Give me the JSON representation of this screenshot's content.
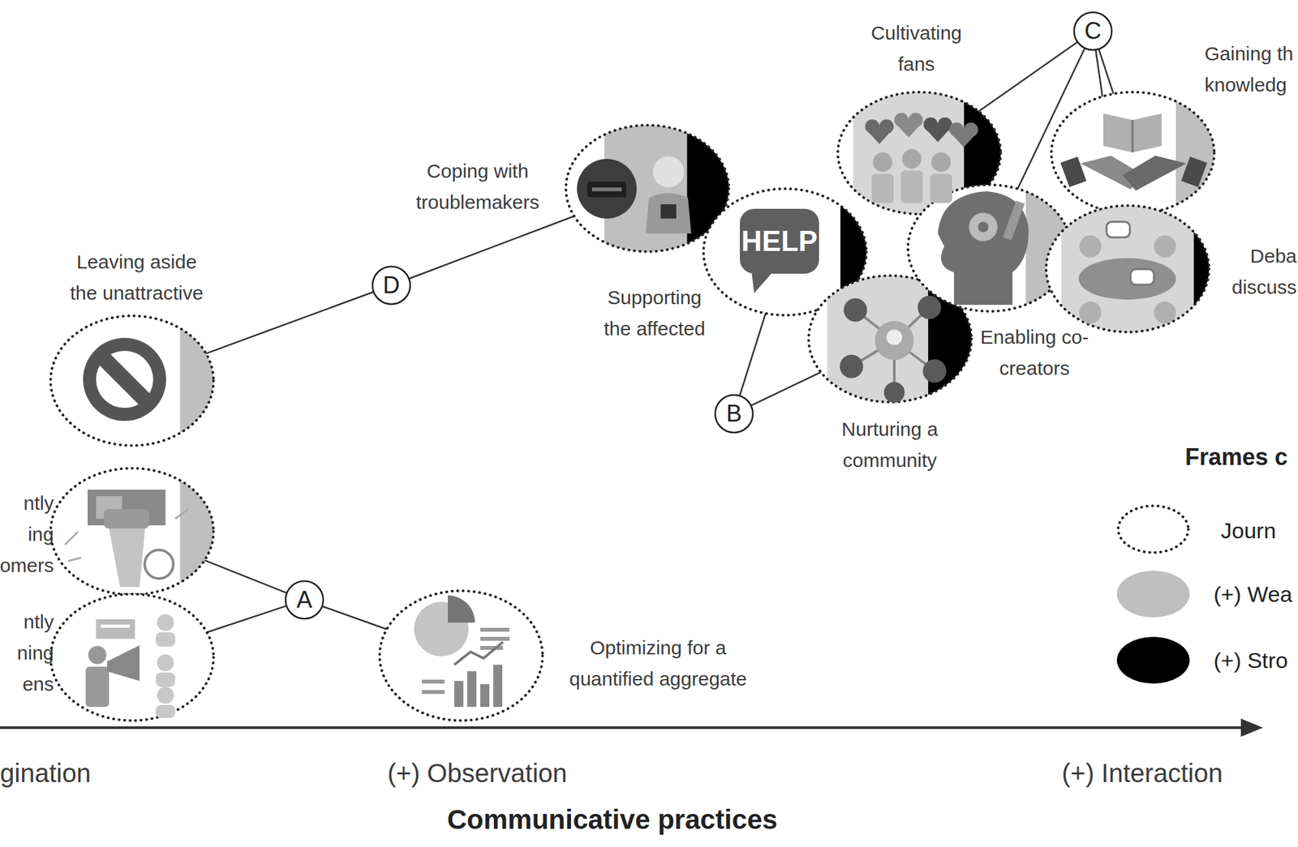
{
  "diagram": {
    "nodes": [
      {
        "text": [
          "Leaving aside the unattractive"
        ]
      },
      {
        "text": [
          "ntly ing omers"
        ]
      },
      {
        "text": [
          "ntly ning ens"
        ]
      },
      {
        "text": [
          "Optimizing for a quantified aggregate"
        ]
      },
      {
        "text": [
          "Coping with troublemakers"
        ]
      },
      {
        "text": [
          "Supporting the affected",
          "HELP"
        ]
      },
      {
        "text": [
          "Nurturing a community"
        ]
      },
      {
        "text": [
          "Cultivating fans"
        ]
      },
      {
        "text": [
          "Enabling co-creators"
        ]
      },
      {
        "text": [
          "Gaining th knowledg"
        ]
      },
      {
        "text": [
          "Deba discuss"
        ]
      },
      {
        "text": [
          "A"
        ]
      },
      {
        "text": [
          "B"
        ]
      },
      {
        "text": [
          "C"
        ]
      },
      {
        "text": [
          "D"
        ]
      }
    ],
    "edges": [
      {
        "from": 11,
        "to": 1,
        "arrow": "none"
      },
      {
        "from": 11,
        "to": 2,
        "arrow": "none"
      },
      {
        "from": 11,
        "to": 3,
        "arrow": "none"
      },
      {
        "from": 12,
        "to": 5,
        "arrow": "none"
      },
      {
        "from": 12,
        "to": 6,
        "arrow": "none"
      },
      {
        "from": 13,
        "to": 7,
        "arrow": "none"
      },
      {
        "from": 13,
        "to": 8,
        "arrow": "none"
      },
      {
        "from": 13,
        "to": 9,
        "arrow": "none"
      },
      {
        "from": 13,
        "to": 10,
        "arrow": "none"
      },
      {
        "from": 14,
        "to": 0,
        "arrow": "none"
      },
      {
        "from": 14,
        "to": 4,
        "arrow": "none"
      }
    ],
    "labels": [
      "gination",
      "(+) Observation",
      "(+) Interaction",
      "Communicative practices",
      "Frames c"
    ],
    "legend": [
      {
        "text": "Journ"
      },
      {
        "text": "(+) Wea",
        "color": "#bfbfbf"
      },
      {
        "text": "(+) Stro",
        "color": "#000000"
      }
    ]
  }
}
